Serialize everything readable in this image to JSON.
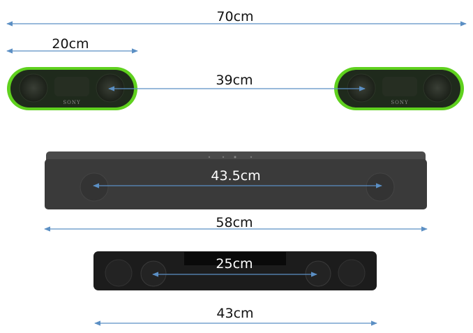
{
  "colors": {
    "arrow": "#5b8fc4",
    "speaker_ring": "#5fd11e",
    "speaker_body": "#1f2a1c",
    "soundbar": "#3a3a3a",
    "soundbar2": "#1a1a1a"
  },
  "dimensions": {
    "total_width": "70cm",
    "speaker_width": "20cm",
    "speaker_spacing": "39cm",
    "soundbar1_driver_spacing": "43.5cm",
    "soundbar1_width": "58cm",
    "soundbar2_driver_spacing": "25cm",
    "soundbar2_width": "43cm"
  },
  "brand": {
    "left_speaker": "SONY",
    "right_speaker": "SONY"
  }
}
